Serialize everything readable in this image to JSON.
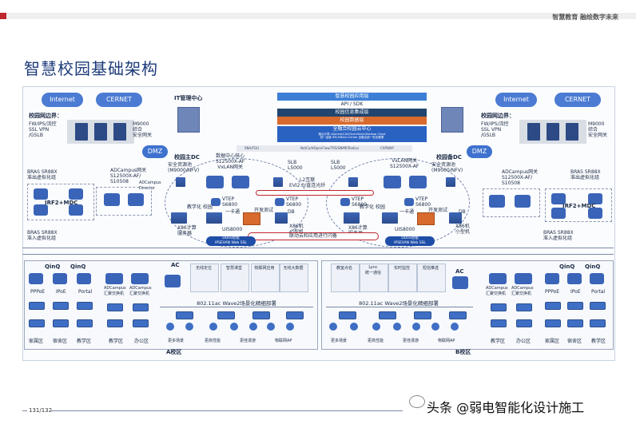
{
  "header": {
    "brand": "智慧教育 融绘数字未来",
    "title": "智慧校园基础架构"
  },
  "left_border": {
    "clouds": [
      "Internet",
      "CERNET"
    ],
    "title": "校园网边界：",
    "fw_label": "FW/IPS/流控\nSSL VPN\n/GSLB",
    "m9000_label": "M9000\n综合\n安全网关",
    "dmz": "DMZ"
  },
  "right_border": {
    "clouds": [
      "Internet",
      "CERNET"
    ],
    "title": "校园网边界：",
    "fw_label": "FW/IPS/流控\nSSL VPN\n/GSLB",
    "m9000_label": "M9000\n综合\n安全网关",
    "dmz": "DMZ"
  },
  "it_center": {
    "title": "IT管理中心",
    "layers": [
      "智慧校园应用层",
      "API / SDK",
      "校园信息集成层",
      "校园数据层",
      "全融合校园云中心"
    ],
    "subtext": [
      "融合计算 vSphere/CAS/OpenStack/Hadoop Cloud",
      "统一运维 iMC/SNA/U-Center 全融合统一安全管理"
    ],
    "bar": [
      "SNA/FGU",
      "NetCo/HOpenFlow/TRS/SNMP/Radius",
      "CAPWAP"
    ]
  },
  "dc_main": {
    "title": "校园主DC",
    "security_pool": "安全资源池\n(M9000/NFV)",
    "core": "数据中心核心\nS12500X-AF\nVxLAN网关",
    "slb": "SLB\nL5000",
    "vtep1": "VTEP\nS6800",
    "vtep2": "VTEP\nS6800",
    "servers": [
      "教学化\n校园",
      "一卡通",
      "开发测试",
      "DB"
    ],
    "storage": [
      "X86计算\n服务器",
      "UIS8000",
      "X86机\n小型机"
    ]
  },
  "dc_backup": {
    "title": "校园备DC",
    "security_pool": "安全资源池\n(M9000/NFV)",
    "core": "VxLAN网关\nS12500X-AF",
    "slb": "SLB\nL5000",
    "vtep1": "VTEP\nS6800",
    "vtep2": "VTEP\nS6800",
    "servers": [
      "教学化\n校园",
      "一卡通",
      "开发测试",
      "DB"
    ],
    "storage": [
      "X86计算\n服务器",
      "UIS8000",
      "X86机\n小型机"
    ]
  },
  "interconnect": {
    "l2": "L2互联\nEVI2.0/直连光纤",
    "cloud_ops": "联动云和应用进行闪备",
    "pill_left": "DDoS智能\nIPSEVAN Web SSL",
    "pill_right": "DDoS智能\nIPSEVAN Web SSL"
  },
  "left_agg": {
    "adc": "ADCampus网关\nS12500X-AF/\nS10508",
    "adc_cap": "ADCampus\nDirector",
    "bras_top": "BRAS SR88X\n准出虚拟化组",
    "irf": "IRF2+MDC",
    "bras_bottom": "BRAS SR88X\n准入虚拟化组"
  },
  "right_agg": {
    "adc": "ADCampus网关\nS12500X-AF/\nS10508",
    "bras_top": "BRAS SR88X\n准出虚拟化组",
    "irf": "IRF2+MDC",
    "bras_bottom": "BRAS SR88X\n准入虚拟化组"
  },
  "campus_a": {
    "name": "A校区",
    "qinq": [
      "QinQ",
      "QinQ"
    ],
    "access": [
      "PPPoE",
      "IPoE",
      "Portal"
    ],
    "zones": [
      "家属区",
      "宿舍区",
      "教学区",
      "教学区",
      "办公区"
    ],
    "adc": [
      "ADCampus\n汇聚交换机",
      "ADCampus\n汇聚交换机"
    ],
    "ac": "AC",
    "apps": [
      "无线定位",
      "智慧课堂",
      "物联网应用",
      "无线大数据"
    ],
    "wifi": "802.11ac Wave2场景化精细部署",
    "ap_areas": [
      "更多场景",
      "更高性能",
      "更佳漫游",
      "物联网AP"
    ]
  },
  "campus_b": {
    "name": "B校区",
    "qinq": [
      "QinQ",
      "QinQ"
    ],
    "access": [
      "PPPoE",
      "IPoE",
      "Portal"
    ],
    "zones": [
      "教学区",
      "办公区",
      "家属区",
      "宿舍区",
      "教学区"
    ],
    "adc": [
      "ADCampus\n汇聚交换机",
      "ADCampus\n汇聚交换机"
    ],
    "ac": "AC",
    "apps": [
      "教室点名",
      "Lync\n统一通信",
      "实时监控",
      "短信推送"
    ],
    "wifi": "802.11ac Wave2场景化精细部署",
    "ap_areas": [
      "更多场景",
      "更高性能",
      "更佳漫游",
      "物联网AP"
    ]
  },
  "footer": {
    "page": "131/132",
    "watermark": "头条 @弱电智能化设计施工"
  },
  "colors": {
    "brand_red": "#c0262d",
    "device_blue": "#3f6fc4",
    "title_blue": "#1d3a7a"
  }
}
